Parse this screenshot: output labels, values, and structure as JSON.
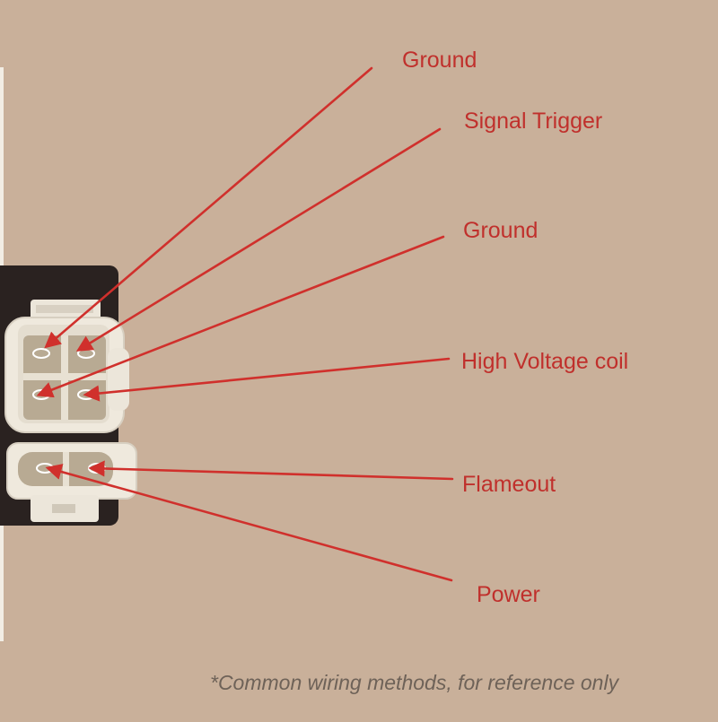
{
  "labels": {
    "ground_top": "Ground",
    "signal_trigger": "Signal Trigger",
    "ground_middle": "Ground",
    "high_voltage_coil": "High Voltage coil",
    "flameout": "Flameout",
    "power": "Power"
  },
  "note": "*Common wiring methods, for reference only",
  "colors": {
    "background": "#c9b09a",
    "label_text": "#c0302c",
    "pointer_line": "#d0302c",
    "note_text": "#6e6258",
    "module_body": "#2a2220",
    "connector_housing": "#efe9dd",
    "connector_cavity": "#b8aa93"
  }
}
